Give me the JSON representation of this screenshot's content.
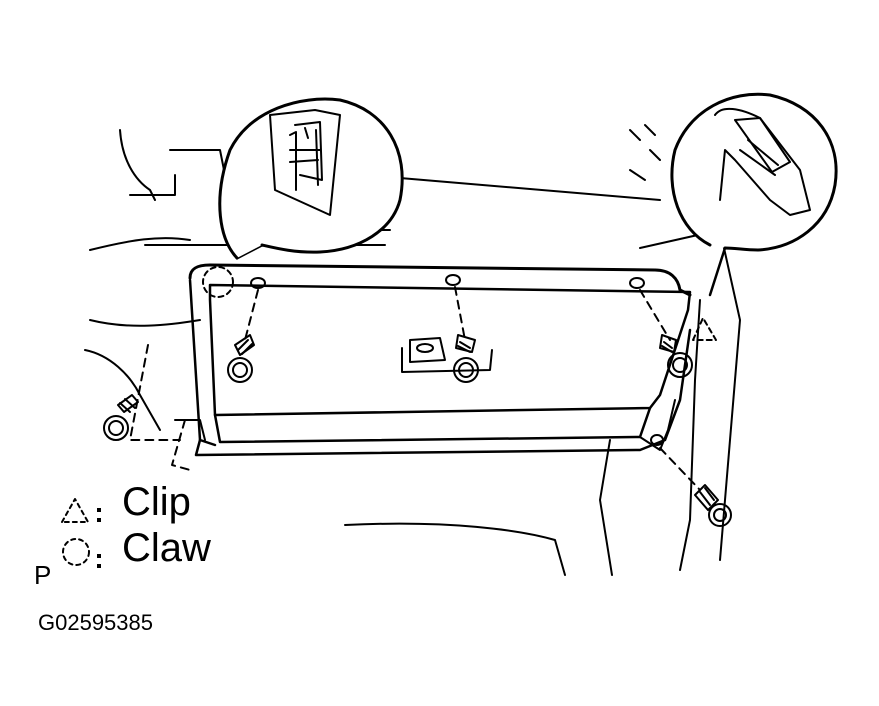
{
  "legend": {
    "clip_symbol": "△",
    "clip_label": "Clip",
    "claw_symbol": "◯",
    "claw_label": "Claw"
  },
  "view_letter": "P",
  "figure_code": "G02595385",
  "colors": {
    "line": "#000000",
    "background": "#ffffff"
  },
  "icons": [
    "screw-icon",
    "clip-symbol-icon",
    "claw-symbol-icon"
  ]
}
